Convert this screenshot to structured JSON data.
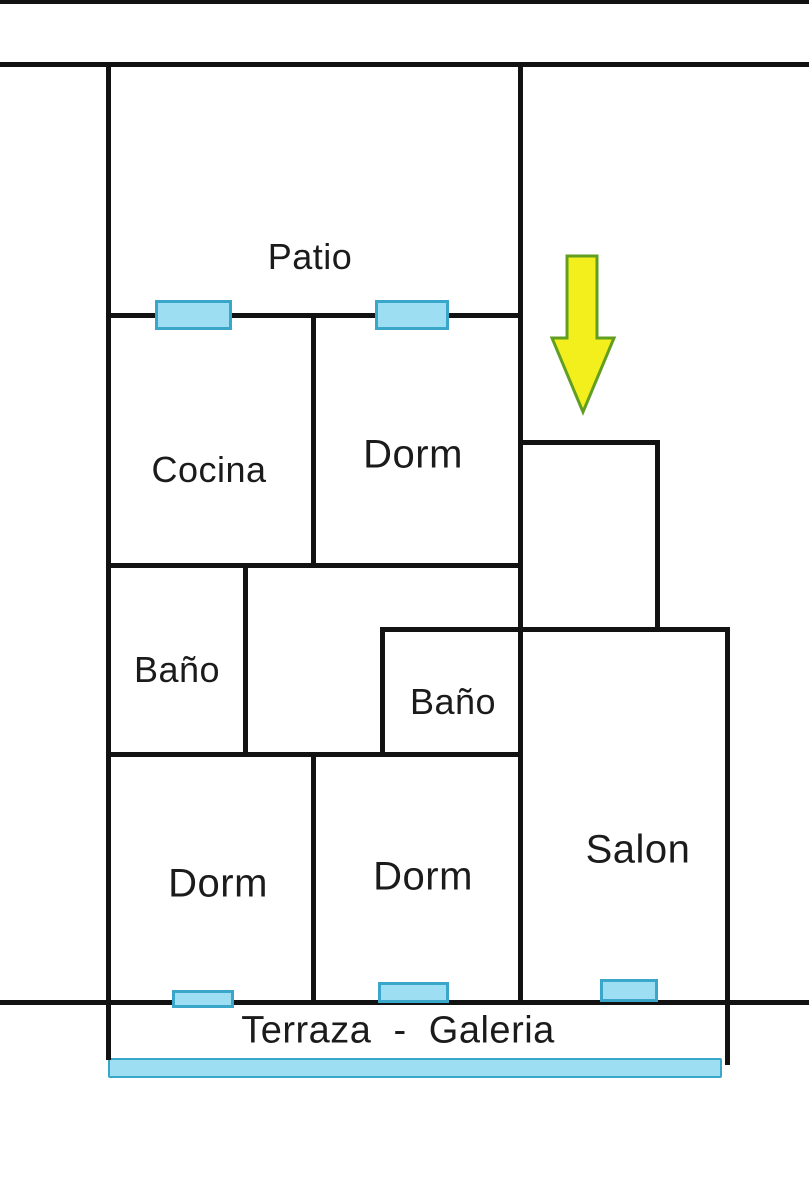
{
  "floorplan": {
    "rooms": [
      {
        "id": "patio",
        "label": "Patio"
      },
      {
        "id": "cocina",
        "label": "Cocina"
      },
      {
        "id": "dorm-top",
        "label": "Dorm"
      },
      {
        "id": "bano-left",
        "label": "Baño"
      },
      {
        "id": "bano-right",
        "label": "Baño"
      },
      {
        "id": "dorm-bottom-left",
        "label": "Dorm"
      },
      {
        "id": "dorm-bottom-middle",
        "label": "Dorm"
      },
      {
        "id": "salon",
        "label": "Salon"
      },
      {
        "id": "terraza",
        "label": "Terraza  -  Galeria"
      }
    ],
    "icons": [
      {
        "id": "down-arrow-icon",
        "meaning": "entrance direction arrow pointing down"
      }
    ],
    "colors": {
      "background": "#ffffff",
      "wall": "#121212",
      "text": "#1b1b1b",
      "window-fill": "#9edef2",
      "window-border": "#3aa6c9",
      "terrace-bar-fill": "#9edef2",
      "terrace-bar-border": "#3aa6c9",
      "arrow-fill": "#f3ef1d",
      "arrow-border": "#629f21"
    }
  }
}
